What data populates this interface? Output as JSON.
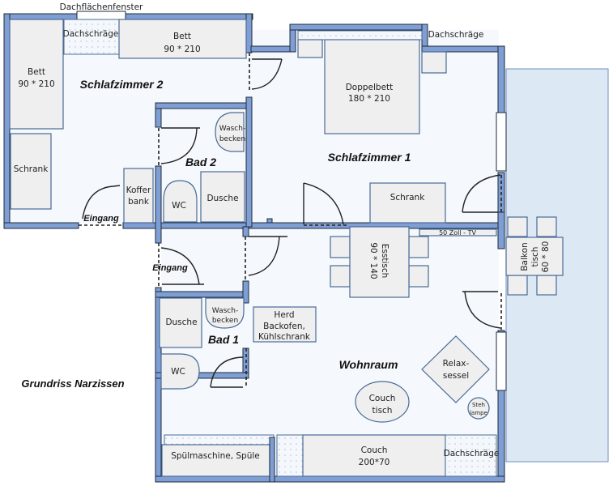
{
  "title": "Grundriss Narzissen",
  "rooms": {
    "schlafzimmer2": "Schlafzimmer 2",
    "schlafzimmer1": "Schlafzimmer 1",
    "bad2": "Bad 2",
    "bad1": "Bad 1",
    "wohnraum": "Wohnraum",
    "eingang_top": "Eingang",
    "eingang_mid": "Eingang"
  },
  "labels": {
    "dachflaechenfenster": "Dachflächenfenster",
    "dachschraege_sz2": "Dachschräge",
    "dachschraege_sz1": "Dachschräge",
    "dachschraege_wohn": "Dachschräge",
    "bett_top": [
      "Bett",
      "90 * 210"
    ],
    "bett_left": [
      "Bett",
      "90 * 210"
    ],
    "schrank_sz2": "Schrank",
    "kofferbank": [
      "Koffer",
      "bank"
    ],
    "waschbecken2": [
      "Wasch-",
      "becken"
    ],
    "wc2": "WC",
    "dusche2": "Dusche",
    "doppelbett": [
      "Doppelbett",
      "180 * 210"
    ],
    "schrank_sz1": "Schrank",
    "tv": "50 Zoll - TV",
    "esstisch": [
      "Esstisch",
      "90 * 140"
    ],
    "balkontisch": [
      "Balkon",
      "tisch",
      "60 * 80"
    ],
    "dusche1": "Dusche",
    "waschbecken1": [
      "Wasch-",
      "becken"
    ],
    "wc1": "WC",
    "herd": [
      "Herd",
      "Backofen,",
      "Kühlschrank"
    ],
    "relaxsessel": [
      "Relax-",
      "sessel"
    ],
    "couchtisch": [
      "Couch",
      "tisch"
    ],
    "stehlampe": [
      "Steh",
      "lampe"
    ],
    "spuele": "Spülmaschine, Spüle",
    "couch": [
      "Couch",
      "200*70"
    ]
  }
}
